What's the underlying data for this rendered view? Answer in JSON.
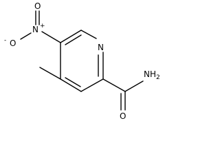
{
  "molecule": {
    "atoms": {
      "nitro_n": {
        "symbol": "N",
        "charge": "+"
      },
      "nitro_o_top": {
        "symbol": "O"
      },
      "nitro_o_left": {
        "symbol": "O",
        "charge": "-"
      },
      "ring_n": {
        "symbol": "N"
      },
      "amide_n": {
        "symbol": "NH",
        "subscript": "2"
      },
      "amide_o": {
        "symbol": "O"
      }
    },
    "colors": {
      "bond": "#000000",
      "label": "#000000",
      "background": "#ffffff"
    }
  }
}
